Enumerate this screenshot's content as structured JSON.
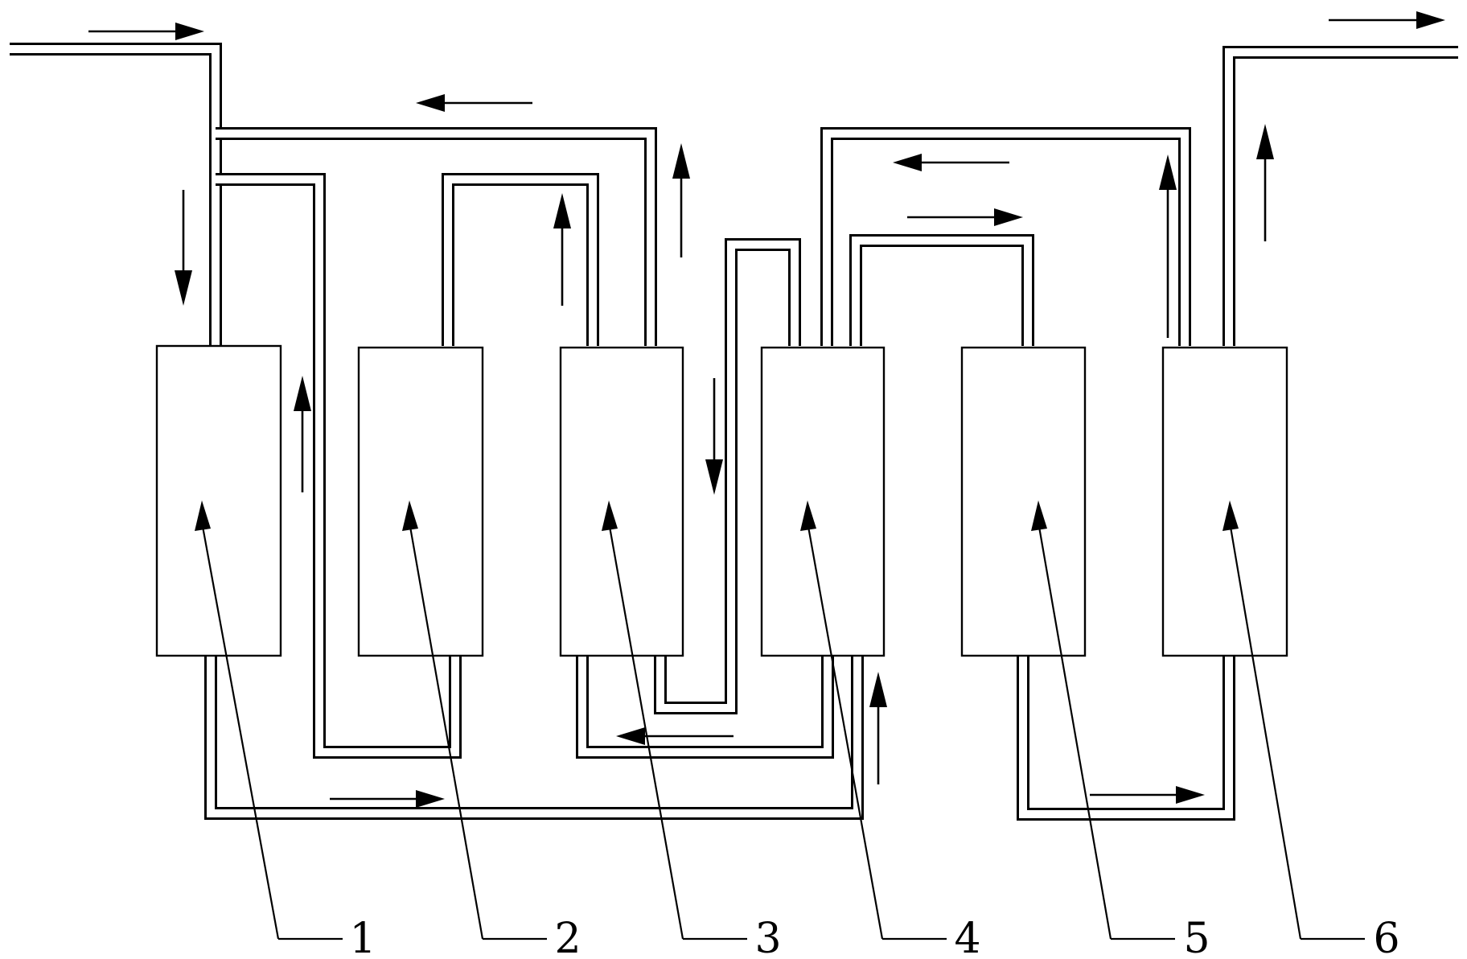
{
  "diagram": {
    "units": [
      {
        "id": "unit-1",
        "label": "1"
      },
      {
        "id": "unit-2",
        "label": "2"
      },
      {
        "id": "unit-3",
        "label": "3"
      },
      {
        "id": "unit-4",
        "label": "4"
      },
      {
        "id": "unit-5",
        "label": "5"
      },
      {
        "id": "unit-6",
        "label": "6"
      }
    ]
  }
}
